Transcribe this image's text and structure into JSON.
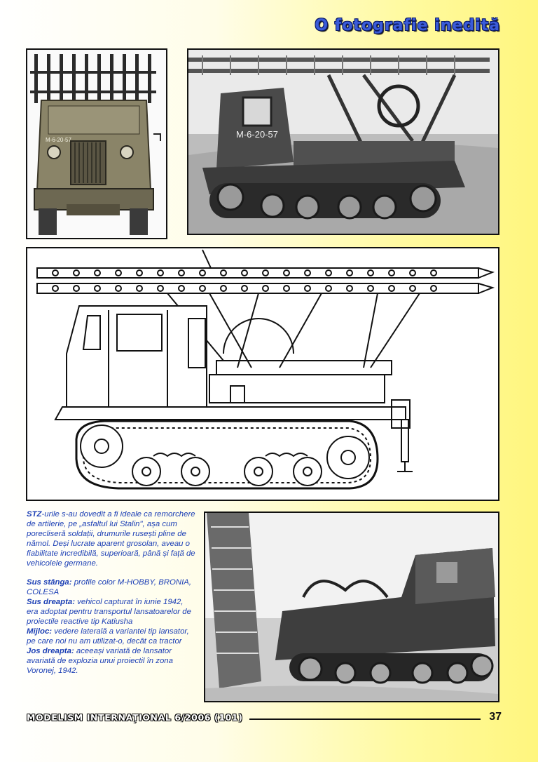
{
  "header": {
    "title": "O fotografie inedită"
  },
  "vehicle_marking": "M-6-20-57",
  "caption": {
    "intro_lead": "STZ",
    "intro_text": "-urile s-au dovedit a fi ideale ca remorchere de artilerie, pe „asfaltul lui Stalin\", așa cum porecliseră soldații, drumurile rusești pline de nămol. Deși lucrate aparent grosolan, aveau o fiabilitate incredibilă, superioară, până și față de vehicolele germane.",
    "items": [
      {
        "label": "Sus stânga:",
        "text": " profile color M-HOBBY, BRONIA, COLESA"
      },
      {
        "label": "Sus dreapta:",
        "text": " vehicol capturat în iunie 1942, era adoptat pentru transportul lansatoarelor de proiectile reactive tip Katiusha"
      },
      {
        "label": "Mijloc:",
        "text": " vedere laterală a variantei tip lansator, pe care noi nu am utilizat-o, decât ca tractor"
      },
      {
        "label": "Jos dreapta:",
        "text": " aceeași variată de lansator avariată de explozia unui proiectil în zona Voronej, 1942."
      }
    ]
  },
  "footer": {
    "magazine": "MODELISM INTERNAȚIONAL 6/2006 (101)",
    "page_number": "37"
  }
}
